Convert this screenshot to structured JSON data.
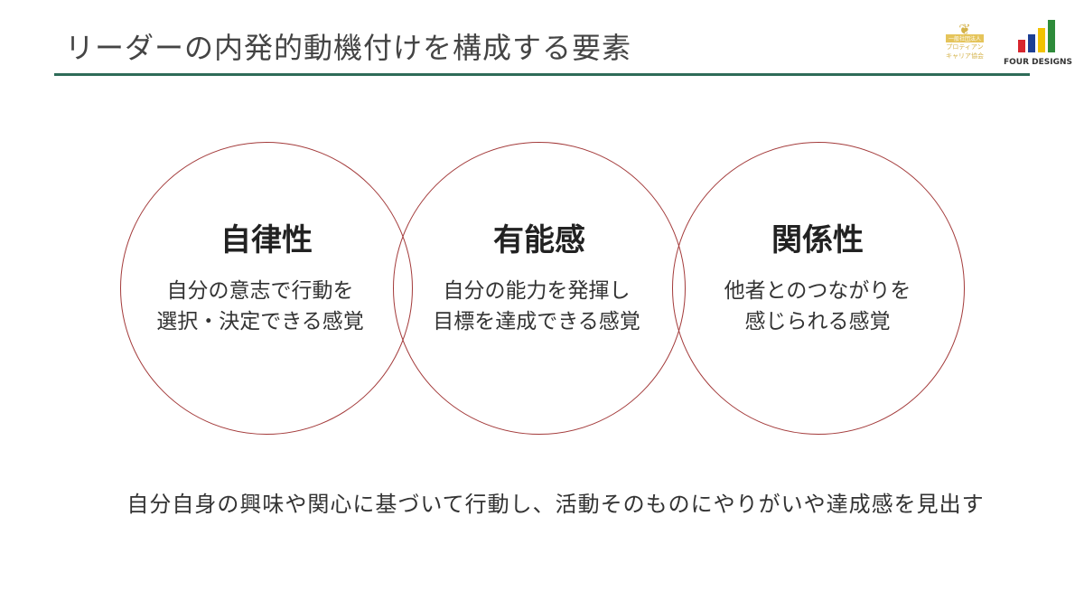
{
  "title": "リーダーの内発的動機付けを構成する要素",
  "logos": {
    "badge": {
      "line1": "一般社団法人",
      "line2": "プロティアン",
      "line3": "キャリア協会"
    },
    "four_designs": "FOUR DESIGNS",
    "bar_colors": [
      "#d7262e",
      "#1c3f94",
      "#f2c200",
      "#2e8b3a"
    ]
  },
  "circles": [
    {
      "label": "自律性",
      "desc1": "自分の意志で行動を",
      "desc2": "選択・決定できる感覚"
    },
    {
      "label": "有能感",
      "desc1": "自分の能力を発揮し",
      "desc2": "目標を達成できる感覚"
    },
    {
      "label": "関係性",
      "desc1": "他者とのつながりを",
      "desc2": "感じられる感覚"
    }
  ],
  "footer": "自分自身の興味や関心に基づいて行動し、活動そのものにやりがいや達成感を見出す",
  "colors": {
    "circle": "#a33a3a",
    "rule": "#2e6b58"
  }
}
